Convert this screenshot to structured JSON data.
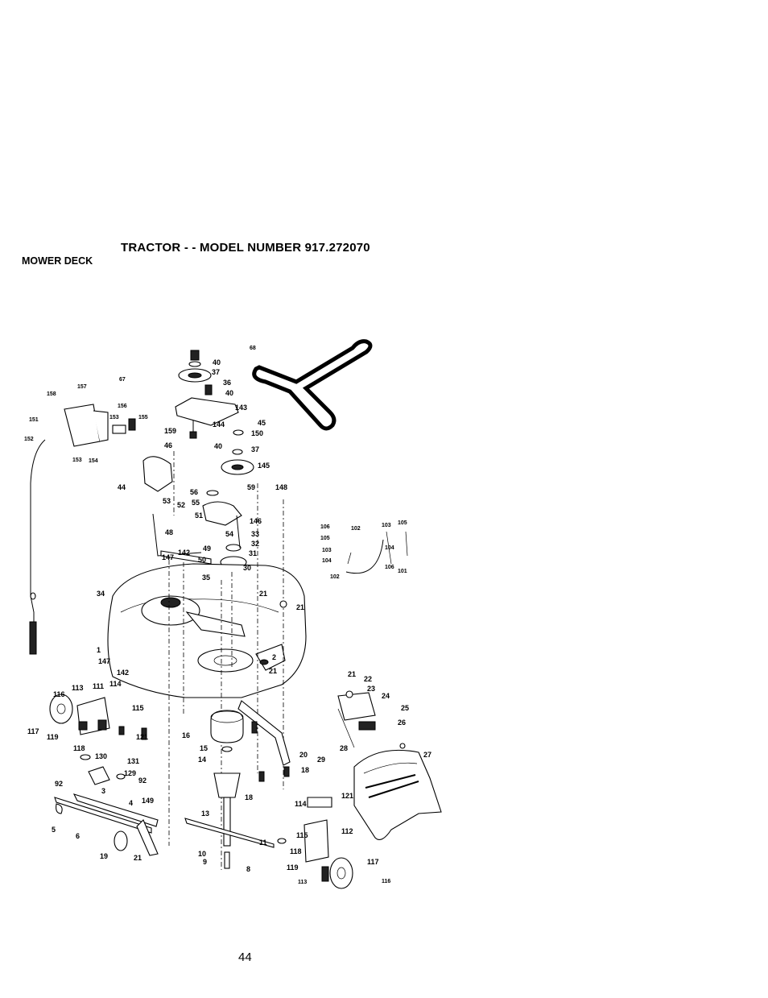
{
  "header": {
    "title": "TRACTOR - - MODEL NUMBER 917.272070",
    "section": "MOWER DECK"
  },
  "footer": {
    "page_number": "44"
  },
  "diagram": {
    "labels": [
      "40",
      "37",
      "36",
      "40",
      "143",
      "144",
      "159",
      "45",
      "150",
      "40",
      "37",
      "145",
      "46",
      "44",
      "148",
      "59",
      "56",
      "55",
      "52",
      "53",
      "51",
      "146",
      "54",
      "33",
      "48",
      "32",
      "49",
      "50",
      "31",
      "142",
      "147",
      "30",
      "35",
      "21",
      "34",
      "21",
      "1",
      "2",
      "147",
      "21",
      "142",
      "113",
      "111",
      "114",
      "116",
      "115",
      "117",
      "119",
      "121",
      "118",
      "16",
      "130",
      "131",
      "129",
      "92",
      "92",
      "3",
      "15",
      "14",
      "20",
      "18",
      "18",
      "29",
      "28",
      "27",
      "26",
      "25",
      "24",
      "23",
      "22",
      "21",
      "4",
      "149",
      "5",
      "6",
      "19",
      "21",
      "13",
      "11",
      "10",
      "9",
      "8",
      "114",
      "121",
      "112",
      "115",
      "118",
      "119",
      "117",
      "113",
      "116",
      "68",
      "157",
      "67",
      "158",
      "156",
      "151",
      "153",
      "155",
      "152",
      "153",
      "154",
      "106",
      "102",
      "103",
      "105",
      "105",
      "104",
      "103",
      "104",
      "106",
      "101",
      "102"
    ]
  }
}
